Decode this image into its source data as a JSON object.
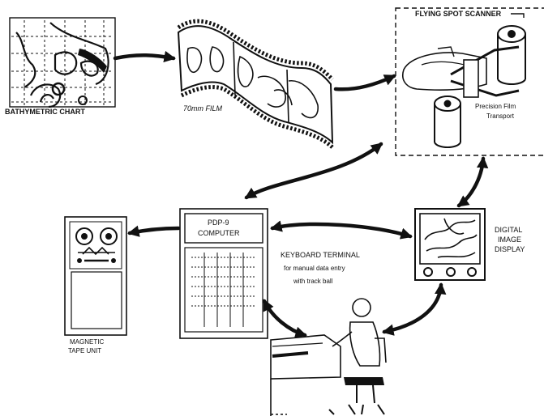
{
  "labels": {
    "bathymetric_chart": "BATHYMETRIC CHART",
    "film": "70mm FILM",
    "flying_spot_scanner": "FLYING SPOT SCANNER",
    "precision_film_transport_line1": "Precision Film",
    "precision_film_transport_line2": "Transport",
    "computer_line1": "PDP-9",
    "computer_line2": "COMPUTER",
    "digital_image_display_line1": "DIGITAL",
    "digital_image_display_line2": "IMAGE",
    "digital_image_display_line3": "DISPLAY",
    "keyboard_terminal": "KEYBOARD TERMINAL",
    "keyboard_terminal_sub1": "for manual data entry",
    "keyboard_terminal_sub2": "with track ball",
    "magnetic_tape_line1": "MAGNETIC",
    "magnetic_tape_line2": "TAPE UNIT"
  },
  "colors": {
    "ink": "#111111",
    "paper": "#ffffff"
  }
}
